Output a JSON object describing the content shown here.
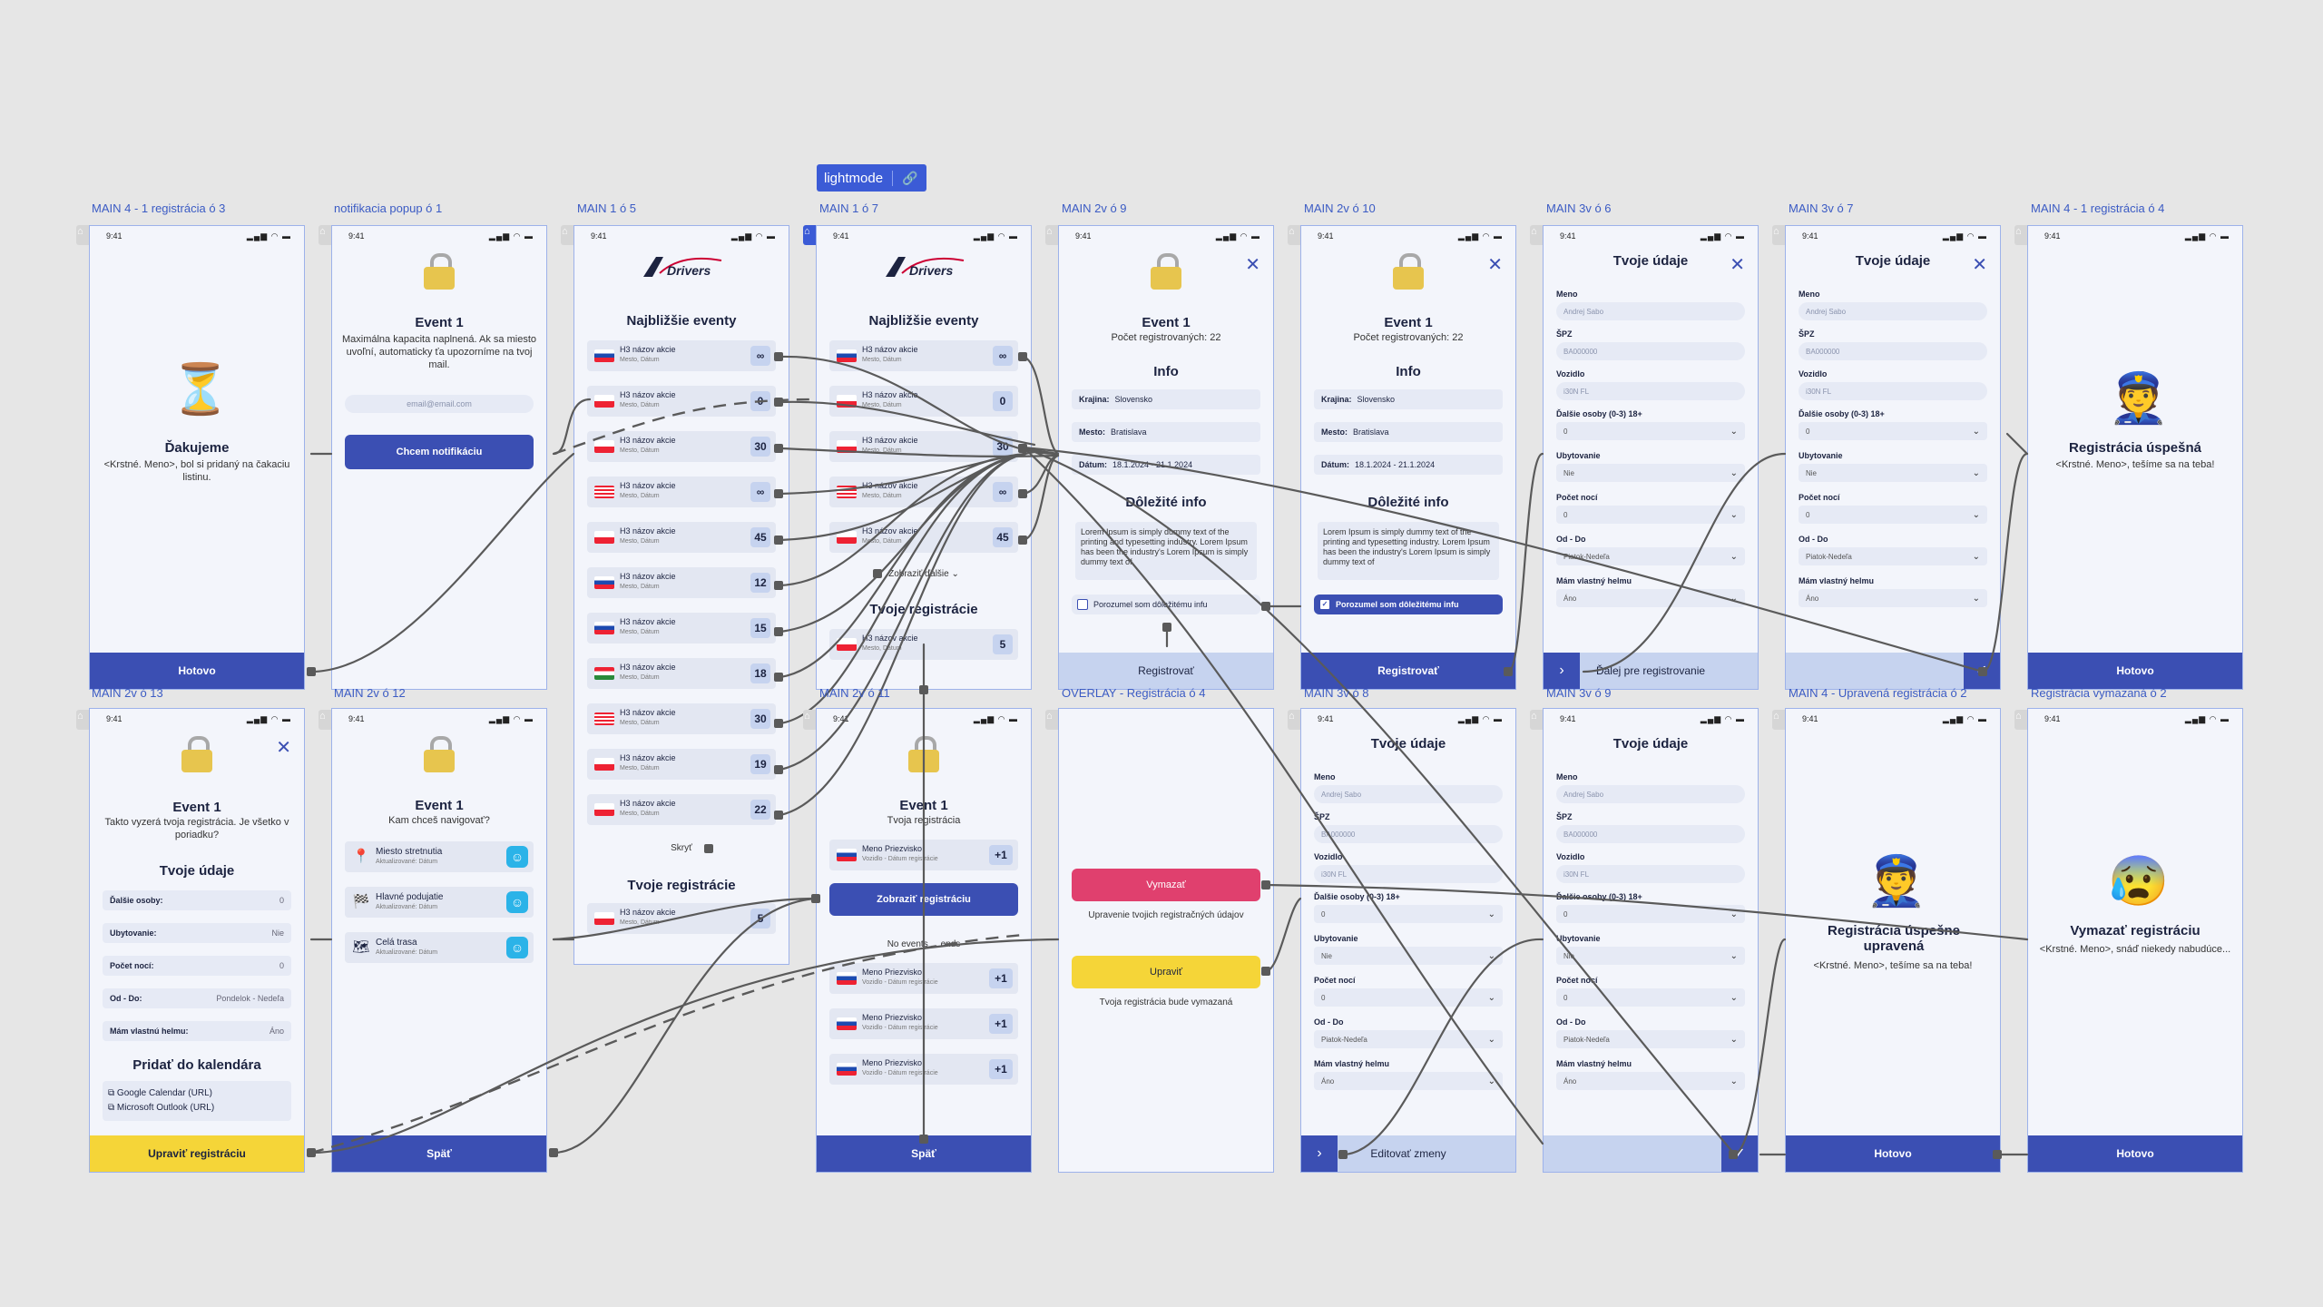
{
  "canvas": {
    "lightmode_label": "lightmode"
  },
  "labels": {
    "f1": "MAIN 4 - 1 registrácia ó 3",
    "f2": "notifikacia popup ó 1",
    "f3": "MAIN 1 ó 5",
    "f4": "MAIN 1 ó 7",
    "f5": "MAIN 2v ó 9",
    "f6": "MAIN 2v ó 10",
    "f7": "MAIN 3v ó 6",
    "f8": "MAIN 3v ó 7",
    "f9": "MAIN 4 - 1 registrácia ó 4",
    "g1": "MAIN 2v ó 13",
    "g2": "MAIN 2v ó 12",
    "g4": "MAIN 2v ó 11",
    "g5": "OVERLAY - Registrácia ó 4",
    "g6": "MAIN 3v ó 8",
    "g7": "MAIN 3v ó 9",
    "g8": "MAIN 4 - Upravená registrácia ó 2",
    "g9": "Registrácia vymazaná ó 2"
  },
  "status": {
    "time": "9:41"
  },
  "common": {
    "event_title": "Event 1",
    "registered_count": "Počet registrovaných: 22",
    "info": "Info",
    "important_info": "Dôležité info",
    "country_label": "Krajina:",
    "country": "Slovensko",
    "city_label": "Mesto:",
    "city": "Bratislava",
    "date_label": "Dátum:",
    "date": "18.1.2024 - 21.1.2024",
    "lorem": "Lorem Ipsum is simply dummy text of the printing and typesetting industry. Lorem Ipsum has been the industry's Lorem Ipsum is simply dummy text of",
    "agree": "Porozumel som dôležitému infu",
    "register": "Registrovať",
    "done": "Hotovo",
    "back": "Späť",
    "your_details": "Tvoje údaje",
    "upcoming_events": "Najbližšie eventy",
    "your_registrations": "Tvoje registrácie",
    "event_name": "H3 názov akcie",
    "event_meta": "Mesto, Dátum",
    "show_more": "Zobraziť ďalšie",
    "hide": "Skryť",
    "logo_text": "Drivers"
  },
  "s1": {
    "title": "Ďakujeme",
    "text": "<Krstné. Meno>, bol si pridaný na čakaciu listinu."
  },
  "s2": {
    "text": "Maximálna kapacita naplnená. Ak sa miesto uvoľní, automaticky ťa upozorníme na tvoj mail.",
    "email_placeholder": "email@email.com",
    "notify_button": "Chcem notifikáciu"
  },
  "s3": {
    "badges": [
      "∞",
      "0",
      "30",
      "∞",
      "45",
      "12",
      "15",
      "18",
      "30",
      "19",
      "22"
    ],
    "reg_badge": "5"
  },
  "s4": {
    "badges": [
      "∞",
      "0",
      "30",
      "∞",
      "45"
    ],
    "reg_badge": "5"
  },
  "form": {
    "name_label": "Meno",
    "name_value": "Andrej Sabo",
    "plate_label": "ŠPZ",
    "plate_value": "BA000000",
    "vehicle_label": "Vozidlo",
    "vehicle_value": "i30N FL",
    "persons_label": "Ďalšie osoby (0-3) 18+",
    "persons_value": "0",
    "stay_label": "Ubytovanie",
    "stay_value": "Nie",
    "nights_label": "Počet nocí",
    "nights_value": "0",
    "range_label": "Od - Do",
    "range_value": "Piatok-Nedeľa",
    "helmet_label": "Mám vlastný helmu",
    "helmet_value": "Áno"
  },
  "s7": {
    "next": "Ďalej pre registrovanie"
  },
  "s9": {
    "title": "Registrácia úspešná",
    "text": "<Krstné. Meno>, tešíme sa na teba!"
  },
  "t1": {
    "text": "Takto vyzerá tvoja registrácia. Je všetko v poriadku?",
    "rows": [
      {
        "k": "Ďalšie osoby:",
        "v": "0"
      },
      {
        "k": "Ubytovanie:",
        "v": "Nie"
      },
      {
        "k": "Počet nocí:",
        "v": "0"
      },
      {
        "k": "Od - Do:",
        "v": "Pondelok - Nedeľa"
      },
      {
        "k": "Mám vlastnú helmu:",
        "v": "Áno"
      }
    ],
    "calendar_title": "Pridať do kalendára",
    "google": "Google Calendar (URL)",
    "outlook": "Microsoft Outlook (URL)",
    "edit": "Upraviť registráciu"
  },
  "t2": {
    "question": "Kam chceš navigovať?",
    "items": [
      {
        "name": "Miesto stretnutia",
        "meta": "Aktualizované: Dátum"
      },
      {
        "name": "Hlavné podujatie",
        "meta": "Aktualizované: Dátum"
      },
      {
        "name": "Celá trasa",
        "meta": "Aktualizované: Dátum"
      }
    ]
  },
  "t4": {
    "subtitle": "Tvoja registrácia",
    "people": [
      {
        "name": "Meno Priezvisko",
        "meta": "Vozidlo - Dátum registrácie",
        "badge": "+1"
      },
      {
        "name": "Meno Priezvisko",
        "meta": "Vozidlo - Dátum registrácie",
        "badge": "+1"
      },
      {
        "name": "Meno Priezvisko",
        "meta": "Vozidlo - Dátum registrácie",
        "badge": "+1"
      },
      {
        "name": "Meno Priezvisko",
        "meta": "Vozidlo - Dátum registrácie",
        "badge": "+1"
      }
    ],
    "show_reg": "Zobraziť registráciu",
    "no_events": "No events ... ends"
  },
  "t5": {
    "delete": "Vymazať",
    "delete_caption": "Upravenie tvojich registračných údajov",
    "edit": "Upraviť",
    "edit_caption": "Tvoja registrácia bude vymazaná"
  },
  "t6": {
    "edit_changes": "Editovať zmeny"
  },
  "t8": {
    "title": "Registrácia úspešne upravená",
    "text": "<Krstné. Meno>, tešíme sa na teba!"
  },
  "t9": {
    "title": "Vymazať registráciu",
    "text": "<Krstné. Meno>, snáď niekedy nabudúce..."
  },
  "colors": {
    "primary": "#3b4fb3",
    "accent_yellow": "#f5d538",
    "danger": "#e0406e",
    "frame_border": "#9db2ea",
    "background": "#e6e6e6"
  }
}
